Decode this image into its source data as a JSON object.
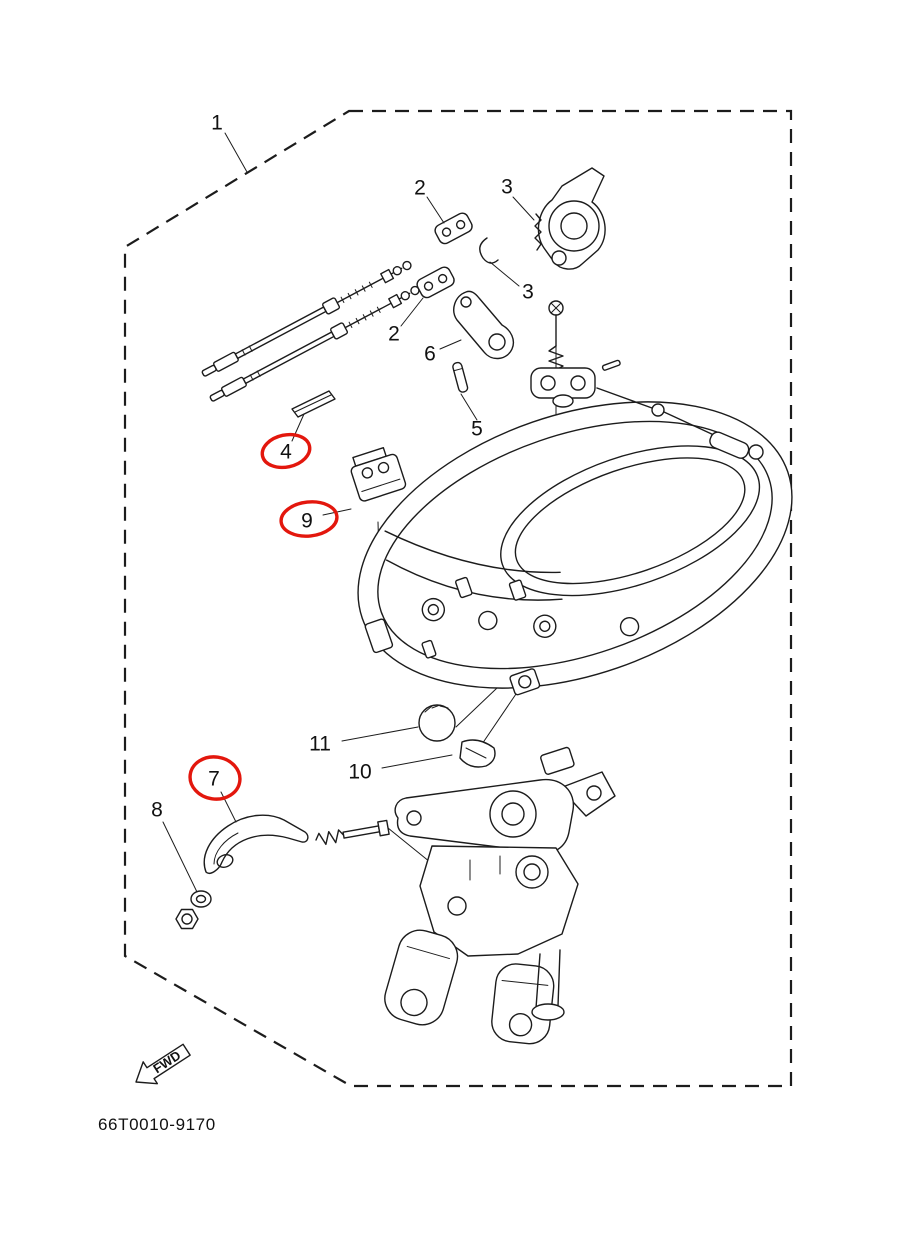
{
  "diagram": {
    "code": "66T0010-9170",
    "fwd_label": "FWD",
    "colors": {
      "line": "#1c1c1c",
      "annotation": "#e3170d",
      "background": "#ffffff"
    }
  },
  "callouts": {
    "c1": "1",
    "c2_upper": "2",
    "c3_upper": "3",
    "c2_lower": "2",
    "c3_lower": "3",
    "c4": "4",
    "c5": "5",
    "c6": "6",
    "c7": "7",
    "c8": "8",
    "c9": "9",
    "c10": "10",
    "c11": "11"
  },
  "annotations": {
    "circled_callouts": [
      "4",
      "9",
      "7"
    ]
  }
}
